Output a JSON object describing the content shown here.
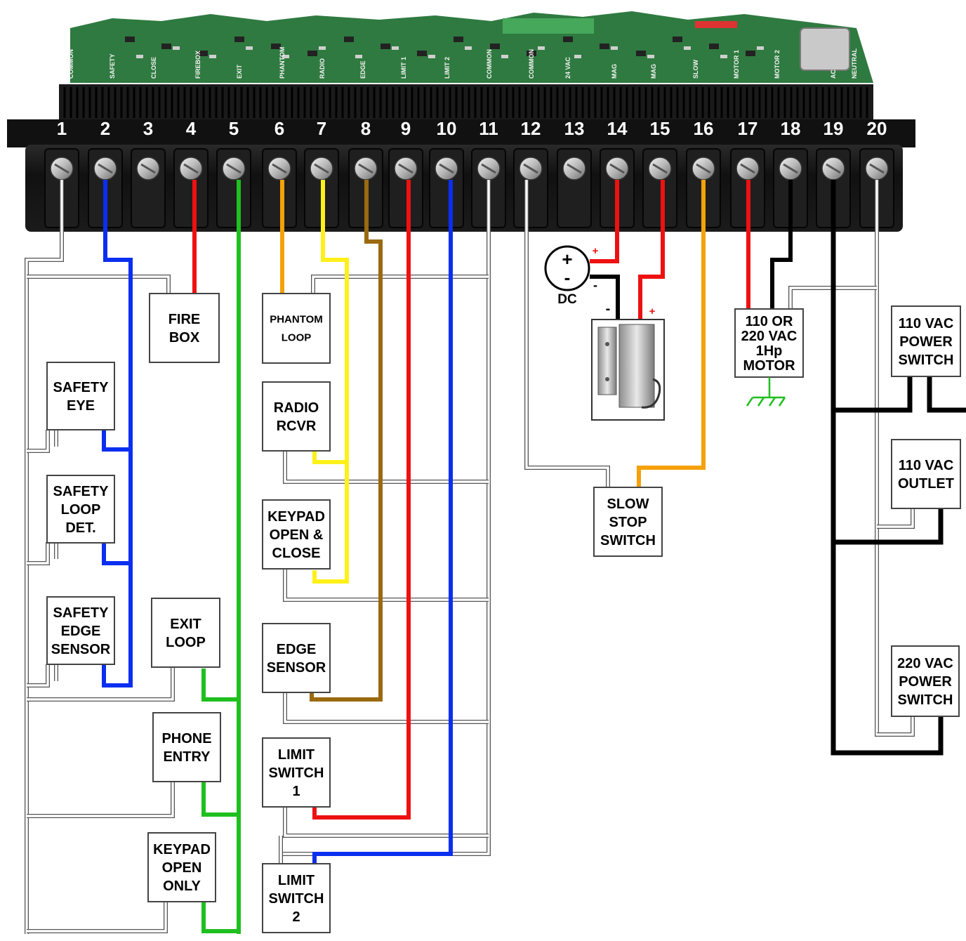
{
  "board": {
    "pcb_labels": [
      "COMMON",
      "SAFETY",
      "CLOSE",
      "FIREBOX",
      "EXIT",
      "PHANTOM",
      "RADIO",
      "EDGE",
      "LIMIT 1",
      "LIMIT 2",
      "COMMON",
      "COMMON",
      "24 VAC",
      "MAG",
      "MAG",
      "SLOW",
      "MOTOR 1",
      "MOTOR 2",
      "AC",
      "NEUTRAL"
    ],
    "terminals": [
      "1",
      "2",
      "3",
      "4",
      "5",
      "6",
      "7",
      "8",
      "9",
      "10",
      "11",
      "12",
      "13",
      "14",
      "15",
      "16",
      "17",
      "18",
      "19",
      "20"
    ]
  },
  "devices": {
    "fire_box": [
      "FIRE",
      "BOX"
    ],
    "safety_eye": [
      "SAFETY",
      "EYE"
    ],
    "safety_loop": [
      "SAFETY",
      "LOOP",
      "DET."
    ],
    "safety_edge": [
      "SAFETY",
      "EDGE",
      "SENSOR"
    ],
    "exit_loop": [
      "EXIT",
      "LOOP"
    ],
    "phone_entry": [
      "PHONE",
      "ENTRY"
    ],
    "keypad_open_only": [
      "KEYPAD",
      "OPEN",
      "ONLY"
    ],
    "phantom_loop": [
      "PHANTOM",
      "LOOP"
    ],
    "radio_rcvr": [
      "RADIO",
      "RCVR"
    ],
    "keypad_open_close": [
      "KEYPAD",
      "OPEN &",
      "CLOSE"
    ],
    "edge_sensor": [
      "EDGE",
      "SENSOR"
    ],
    "limit_switch_1": [
      "LIMIT",
      "SWITCH",
      "1"
    ],
    "limit_switch_2": [
      "LIMIT",
      "SWITCH",
      "2"
    ],
    "slow_stop_switch": [
      "SLOW",
      "STOP",
      "SWITCH"
    ],
    "motor": [
      "110 OR",
      "220 VAC",
      "1Hp",
      "MOTOR"
    ],
    "power_110": [
      "110 VAC",
      "POWER",
      "SWITCH"
    ],
    "outlet_110": [
      "110 VAC",
      "OUTLET"
    ],
    "power_220": [
      "220 VAC",
      "POWER",
      "SWITCH"
    ]
  },
  "dc_supply": {
    "plus": "+",
    "minus": "-",
    "label": "DC"
  },
  "polarity": {
    "plus": "+",
    "minus": "-"
  },
  "colors": {
    "pcb": "#2f7a40",
    "terminal_block": "#141414",
    "wire_common": "#9aa8a8",
    "blue": "#0a2ff0",
    "red": "#ee1111",
    "green": "#1fbf1f",
    "orange": "#f5a10a",
    "yellow": "#fff01a",
    "brown": "#9a6a10",
    "black": "#000000",
    "highlight_text": "#ee1111"
  }
}
